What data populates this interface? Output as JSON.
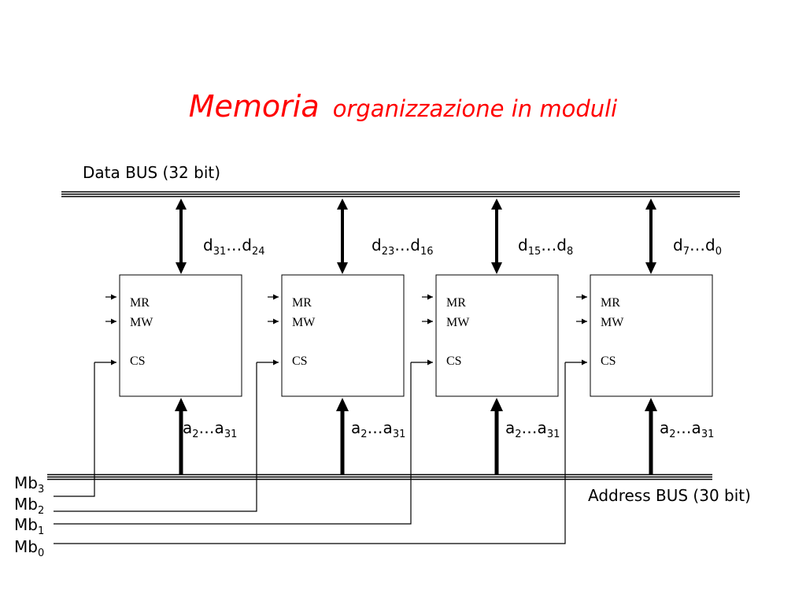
{
  "title": {
    "main": "Memoria",
    "sub": "organizzazione  in moduli",
    "color": "#ff0000"
  },
  "data_bus": {
    "label": "Data BUS (32 bit)"
  },
  "address_bus": {
    "label": "Address BUS (30 bit)"
  },
  "modules": [
    {
      "data_lines": {
        "base": "d",
        "from": "31",
        "sep": "…",
        "to": "24"
      },
      "address_lines": {
        "base": "a",
        "from": "2",
        "sep": "…",
        "to": "31"
      },
      "signals": [
        "MR",
        "MW",
        "CS"
      ]
    },
    {
      "data_lines": {
        "base": "d",
        "from": "23",
        "sep": "…",
        "to": "16"
      },
      "address_lines": {
        "base": "a",
        "from": "2",
        "sep": "…",
        "to": "31"
      },
      "signals": [
        "MR",
        "MW",
        "CS"
      ]
    },
    {
      "data_lines": {
        "base": "d",
        "from": "15",
        "sep": "…",
        "to": "8"
      },
      "address_lines": {
        "base": "a",
        "from": "2",
        "sep": "…",
        "to": "31"
      },
      "signals": [
        "MR",
        "MW",
        "CS"
      ]
    },
    {
      "data_lines": {
        "base": "d",
        "from": "7",
        "sep": "…",
        "to": "0"
      },
      "address_lines": {
        "base": "a",
        "from": "2",
        "sep": "…",
        "to": "31"
      },
      "signals": [
        "MR",
        "MW",
        "CS"
      ]
    }
  ],
  "byte_selects": [
    {
      "base": "Mb",
      "sub": "3"
    },
    {
      "base": "Mb",
      "sub": "2"
    },
    {
      "base": "Mb",
      "sub": "1"
    },
    {
      "base": "Mb",
      "sub": "0"
    }
  ]
}
